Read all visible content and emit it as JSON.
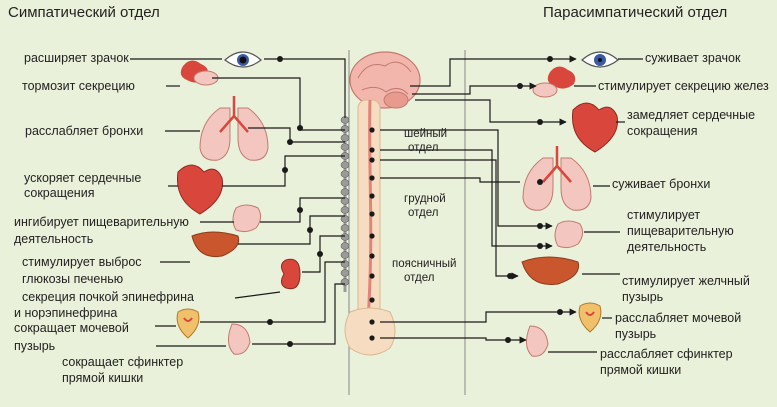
{
  "titles": {
    "left": "Симпатический отдел",
    "right": "Парасимпатический отдел"
  },
  "sympathetic": [
    "расширяет зрачок",
    "тормозит секрецию",
    "расслабляет бронхи",
    "ускоряет сердечные",
    "сокращения",
    "ингибирует пищеварительную",
    "деятельность",
    "стимулирует выброс",
    "глюкозы печенью",
    "секреция почкой эпинефрина",
    "и норэпинефрина",
    "сокращает мочевой",
    "пузырь",
    "сокращает сфинктер",
    "прямой кишки"
  ],
  "parasympathetic": [
    "суживает зрачок",
    "стимулирует секрецию желез",
    "замедляет сердечные",
    "сокращения",
    "суживает бронхи",
    "стимулирует",
    "пищеварительную",
    "деятельность",
    "стимулирует желчный",
    "пузырь",
    "расслабляет мочевой",
    "пузырь",
    "расслабляет сфинктер",
    "прямой кишки"
  ],
  "spine_regions": [
    "шейный",
    "отдел",
    "грудной",
    "отдел",
    "поясничный",
    "отдел"
  ],
  "colors": {
    "background": "#eaf1da",
    "organ_red": "#d9473c",
    "organ_pink": "#f3c7bf",
    "brain_pink": "#f2b6ad",
    "spine_cream": "#f6dcc0",
    "sympathetic_chain": "#9a9a9a",
    "line": "#1a1a1a"
  },
  "icons": [
    "eye-icon",
    "salivary-gland-icon",
    "lungs-icon",
    "heart-icon",
    "stomach-icon",
    "liver-icon",
    "kidney-icon",
    "bladder-icon",
    "rectum-icon",
    "brain-icon",
    "spinal-cord-icon"
  ]
}
